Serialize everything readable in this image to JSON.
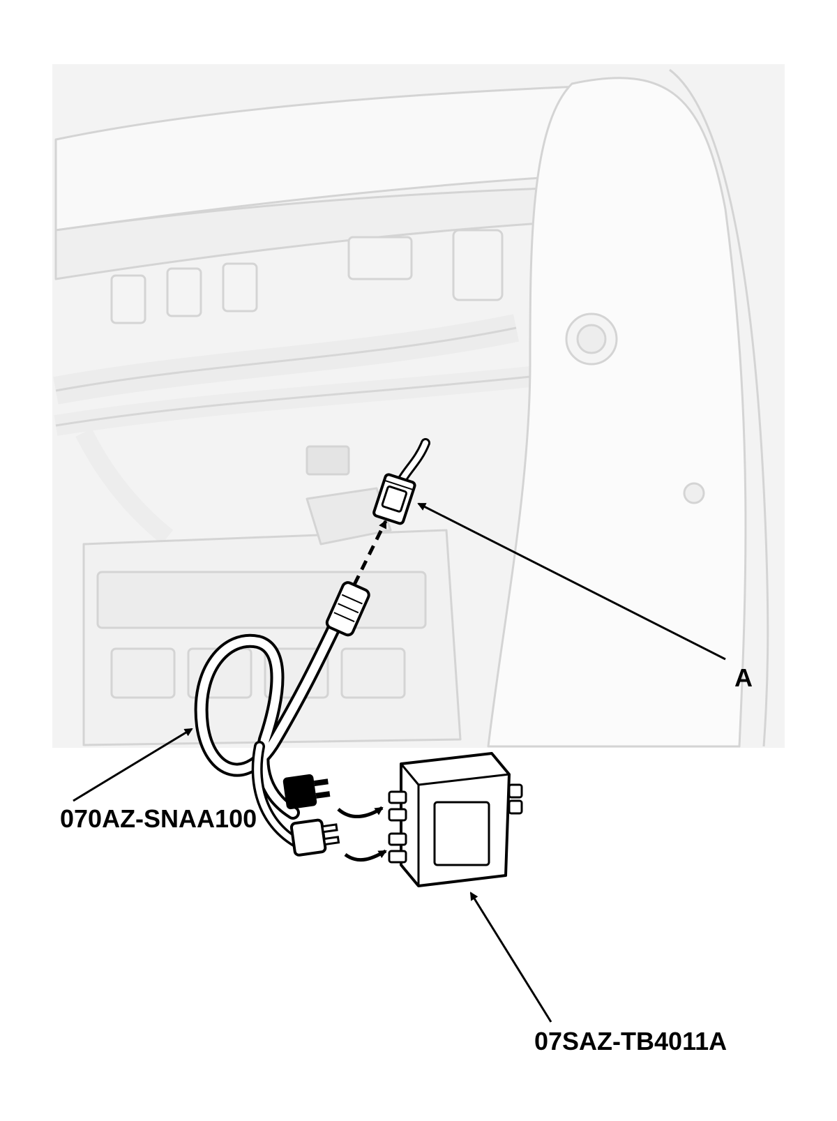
{
  "callouts": {
    "connector": "A",
    "harness_part": "070AZ-SNAA100",
    "box_part": "07SAZ-TB4011A"
  },
  "icons": {
    "connector": "connector-icon",
    "harness": "cable-icon",
    "adapter_box": "adapter-box-icon"
  }
}
